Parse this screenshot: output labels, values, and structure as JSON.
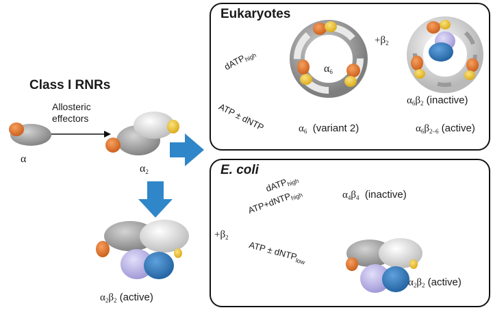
{
  "left": {
    "title": "Class I RNRs",
    "effectors_line1": "Allosteric",
    "effectors_line2": "effectors",
    "alpha": "α",
    "alpha2_base": "α",
    "alpha2_sub": "2",
    "alpha2beta2_a": "α",
    "alpha2beta2_sub1": "2",
    "alpha2beta2_b": "β",
    "alpha2beta2_sub2": "2",
    "alpha2beta2_state": "(active)"
  },
  "eukaryotes": {
    "title": "Eukaryotes",
    "datp": "dATP",
    "datp_sub": "high",
    "atp_dntp": "ATP ± dNTP",
    "plus_beta": "+β",
    "plus_beta_sub": "2",
    "alpha6": "α",
    "alpha6_sub": "6",
    "a6b2_a": "α",
    "a6b2_sub1": "6",
    "a6b2_b": "β",
    "a6b2_sub2": "2",
    "a6b2_state": "(inactive)",
    "variant_a": "α",
    "variant_sub": "6",
    "variant_text": "(variant 2)",
    "a6b26_a": "α",
    "a6b26_sub1": "6",
    "a6b26_b": "β",
    "a6b26_sub2": "2–6",
    "a6b26_state": "(active)"
  },
  "ecoli": {
    "title": "E. coli",
    "datp": "dATP",
    "datp_sub": "high",
    "atp_dntp_high": "ATP+dNTP",
    "atp_dntp_high_sub": "high",
    "plus_beta": "+β",
    "plus_beta_sub": "2",
    "a4b4_a": "α",
    "a4b4_sub1": "4",
    "a4b4_b": "β",
    "a4b4_sub2": "4",
    "a4b4_state": "(inactive)",
    "atp_dntp_low": "ATP ± dNTP",
    "atp_dntp_low_sub": "low",
    "a2b2_a": "α",
    "a2b2_sub1": "2",
    "a2b2_b": "β",
    "a2b2_sub2": "2",
    "a2b2_state": "(active)"
  },
  "colors": {
    "arrow_blue": "#2f86c8",
    "protein_gray": "#9a9a9a",
    "protein_light": "#e6e6e6",
    "orange": "#e8782a",
    "yellow": "#f2c53a",
    "lavender": "#b9b3e3",
    "beta_blue": "#2e74b5"
  }
}
